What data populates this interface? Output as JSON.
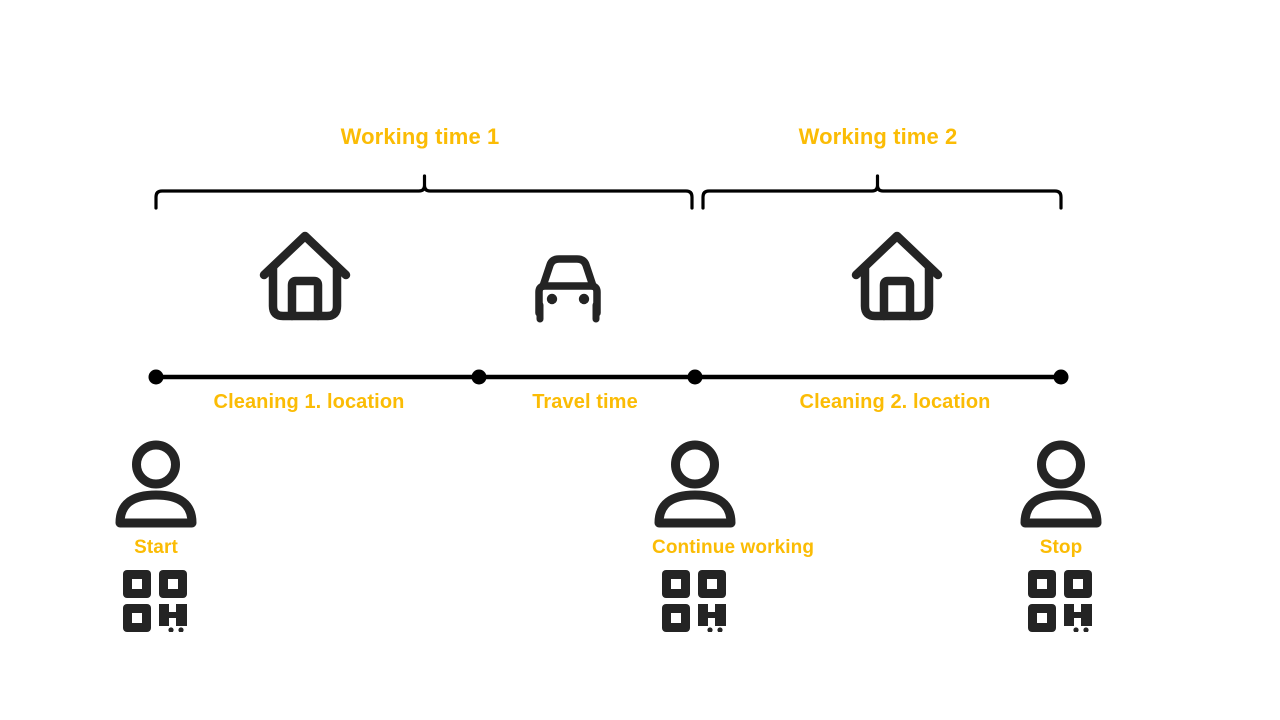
{
  "diagram": {
    "title": "Working time and cleaning location timeline",
    "background_color": "#ffffff",
    "accent_color": "#fbbc05",
    "ink_color": "#242424"
  },
  "brackets": [
    {
      "label": "Working time 1",
      "id": "working-time-1"
    },
    {
      "label": "Working time 2",
      "id": "working-time-2"
    }
  ],
  "icons": {
    "house_1": "house-icon",
    "car": "car-icon",
    "house_2": "house-icon",
    "person_1": "person-icon",
    "person_2": "person-icon",
    "person_3": "person-icon",
    "qr_1": "qr-code-icon",
    "qr_2": "qr-code-icon",
    "qr_3": "qr-code-icon"
  },
  "timeline": {
    "segments": [
      {
        "label": "Cleaning 1. location",
        "id": "cleaning-1-location"
      },
      {
        "label": "Travel time",
        "id": "travel-time"
      },
      {
        "label": "Cleaning 2. location",
        "id": "cleaning-2-location"
      }
    ],
    "node_count": 4
  },
  "actions": [
    {
      "label": "Start",
      "id": "start"
    },
    {
      "label": "Continue working",
      "id": "continue-working"
    },
    {
      "label": "Stop",
      "id": "stop"
    }
  ]
}
